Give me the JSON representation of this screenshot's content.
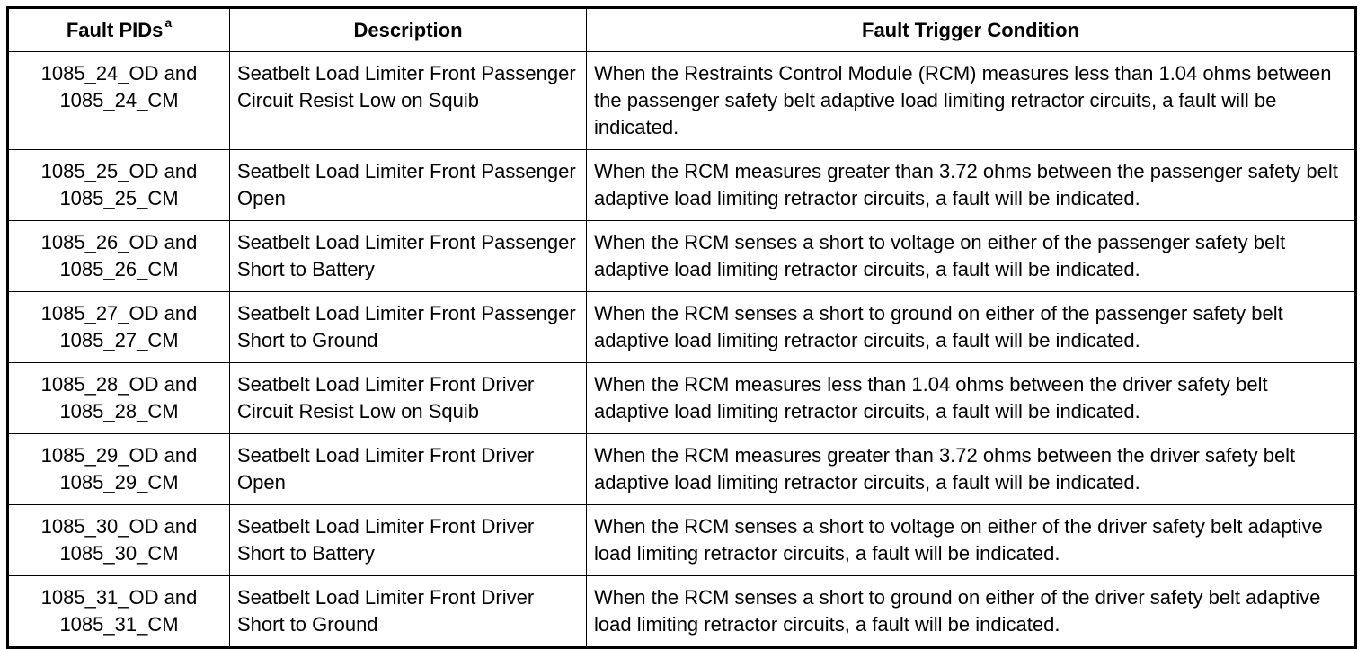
{
  "table": {
    "headers": {
      "pid": "Fault PIDs",
      "pid_note": "a",
      "description": "Description",
      "condition": "Fault Trigger Condition"
    },
    "rows": [
      {
        "pid_line1": "1085_24_OD and",
        "pid_line2": "1085_24_CM",
        "description": "Seatbelt Load Limiter Front Passenger Circuit Resist Low on Squib",
        "condition": "When the Restraints Control Module (RCM) measures less than 1.04 ohms between the passenger safety belt adaptive load limiting retractor circuits, a fault will be indicated."
      },
      {
        "pid_line1": "1085_25_OD and",
        "pid_line2": "1085_25_CM",
        "description": "Seatbelt Load Limiter Front Passenger Open",
        "condition": "When the RCM measures greater than 3.72 ohms between the passenger safety belt adaptive load limiting retractor circuits, a fault will be indicated."
      },
      {
        "pid_line1": "1085_26_OD and",
        "pid_line2": "1085_26_CM",
        "description": "Seatbelt Load Limiter Front Passenger Short to Battery",
        "condition": "When the RCM senses a short to voltage on either of the passenger safety belt adaptive load limiting retractor circuits, a fault will be indicated."
      },
      {
        "pid_line1": "1085_27_OD and",
        "pid_line2": "1085_27_CM",
        "description": "Seatbelt Load Limiter Front Passenger Short to Ground",
        "condition": "When the RCM senses a short to ground on either of the passenger safety belt adaptive load limiting retractor circuits, a fault will be indicated."
      },
      {
        "pid_line1": "1085_28_OD and",
        "pid_line2": "1085_28_CM",
        "description": "Seatbelt Load Limiter Front Driver Circuit Resist Low on Squib",
        "condition": "When the RCM measures less than 1.04 ohms between the driver safety belt adaptive load limiting retractor circuits, a fault will be indicated."
      },
      {
        "pid_line1": "1085_29_OD and",
        "pid_line2": "1085_29_CM",
        "description": "Seatbelt Load Limiter Front Driver Open",
        "condition": "When the RCM measures greater than 3.72 ohms between the driver safety belt adaptive load limiting retractor circuits, a fault will be indicated."
      },
      {
        "pid_line1": "1085_30_OD and",
        "pid_line2": "1085_30_CM",
        "description": "Seatbelt Load Limiter Front Driver Short to Battery",
        "condition": "When the RCM senses a short to voltage on either of the driver safety belt adaptive load limiting retractor circuits, a fault will be indicated."
      },
      {
        "pid_line1": "1085_31_OD and",
        "pid_line2": "1085_31_CM",
        "description": "Seatbelt Load Limiter Front Driver Short to Ground",
        "condition": "When the RCM senses a short to ground on either of the driver safety belt adaptive load limiting retractor circuits, a fault will be indicated."
      }
    ]
  }
}
